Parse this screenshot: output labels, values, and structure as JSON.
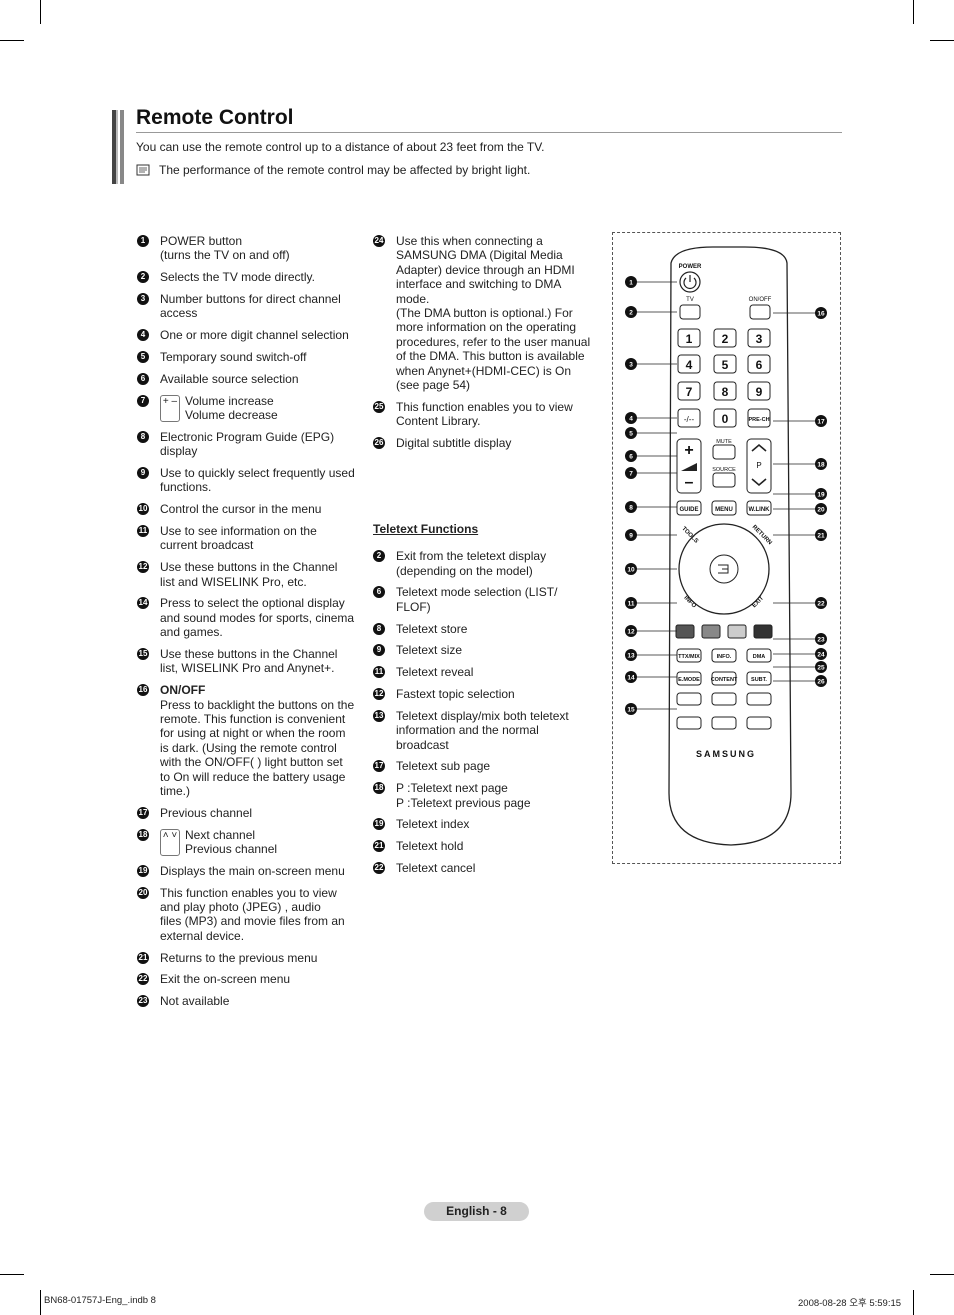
{
  "header": {
    "title": "Remote Control",
    "intro": "You can use the remote control up to a distance of about 23 feet from the TV.",
    "note": "The performance of the remote control may be affected by bright light."
  },
  "left_items": [
    {
      "num": "1",
      "lines": [
        "POWER button",
        "(turns the TV on and off)"
      ]
    },
    {
      "num": "2",
      "lines": [
        "Selects the TV mode directly."
      ]
    },
    {
      "num": "3",
      "lines": [
        "Number buttons for direct channel",
        "access"
      ]
    },
    {
      "num": "4",
      "lines": [
        "One or more digit channel selection"
      ]
    },
    {
      "num": "5",
      "lines": [
        "Temporary sound switch-off"
      ]
    },
    {
      "num": "6",
      "lines": [
        "Available source selection"
      ]
    },
    {
      "num": "7",
      "lines": [
        "Volume increase",
        "Volume decrease"
      ]
    },
    {
      "num": "8",
      "lines": [
        "Electronic Program Guide (EPG)",
        "display"
      ]
    },
    {
      "num": "9",
      "lines": [
        "Use to quickly select frequently used",
        "functions."
      ]
    },
    {
      "num": "10",
      "lines": [
        "Control the cursor in the menu"
      ]
    },
    {
      "num": "11",
      "lines": [
        "Use to see information on the",
        "current broadcast"
      ]
    },
    {
      "num": "12",
      "lines": [
        "Use these buttons in the Channel",
        "list and WISELINK Pro, etc."
      ]
    },
    {
      "num": "14",
      "lines": [
        "Press to select the optional display",
        "and sound modes for sports, cinema",
        "and games."
      ]
    },
    {
      "num": "15",
      "lines": [
        "Use these buttons in the Channel",
        "list, WISELINK Pro and Anynet+."
      ]
    },
    {
      "num": "16",
      "lines": [
        "ON/OFF",
        "Press to backlight the buttons on the",
        "remote. This function is convenient",
        "for using at night or when the room",
        "is dark. (Using the remote control",
        "with the ON/OFF(  ) light button set",
        "to On will reduce the battery usage",
        "time.)"
      ]
    },
    {
      "num": "17",
      "lines": [
        "Previous channel"
      ]
    },
    {
      "num": "18",
      "lines": [
        "Next channel",
        "Previous channel"
      ]
    },
    {
      "num": "19",
      "lines": [
        "Displays the main on-screen menu"
      ]
    },
    {
      "num": "20",
      "lines": [
        "This function enables you to view",
        "and play photo (JPEG) , audio",
        "files (MP3) and movie files from an",
        "external device."
      ]
    },
    {
      "num": "21",
      "lines": [
        "Returns to the previous menu"
      ]
    },
    {
      "num": "22",
      "lines": [
        "Exit the on-screen menu"
      ]
    },
    {
      "num": "23",
      "lines": [
        "Not available"
      ]
    }
  ],
  "mid_items": [
    {
      "num": "24",
      "lines": [
        "Use this when connecting a",
        "SAMSUNG DMA (Digital Media",
        "Adapter) device through an HDMI",
        "interface and switching to DMA",
        "mode.",
        "(The DMA button is optional.) For",
        "more information on the operating",
        "procedures, refer to the user manual",
        "of the DMA. This button is available",
        "when Anynet+(HDMI-CEC) is On",
        "(see page 54)"
      ]
    },
    {
      "num": "25",
      "lines": [
        "This function enables you to view",
        "Content Library."
      ]
    },
    {
      "num": "26",
      "lines": [
        "Digital subtitle display"
      ]
    }
  ],
  "teletext": {
    "heading": "Teletext Functions",
    "items": [
      {
        "num": "2",
        "lines": [
          "Exit from the teletext display",
          "(depending on the model)"
        ]
      },
      {
        "num": "6",
        "lines": [
          "Teletext mode selection (LIST/",
          "FLOF)"
        ]
      },
      {
        "num": "8",
        "lines": [
          "Teletext store"
        ]
      },
      {
        "num": "9",
        "lines": [
          "Teletext size"
        ]
      },
      {
        "num": "11",
        "lines": [
          "Teletext reveal"
        ]
      },
      {
        "num": "12",
        "lines": [
          "Fastext topic selection"
        ]
      },
      {
        "num": "13",
        "lines": [
          "Teletext display/mix both teletext",
          "information and the normal",
          "broadcast"
        ]
      },
      {
        "num": "17",
        "lines": [
          "Teletext sub page"
        ]
      },
      {
        "num": "18",
        "lines": [
          "P     :Teletext next page",
          "P     :Teletext previous page"
        ]
      },
      {
        "num": "19",
        "lines": [
          "Teletext index"
        ]
      },
      {
        "num": "21",
        "lines": [
          "Teletext hold"
        ]
      },
      {
        "num": "22",
        "lines": [
          "Teletext cancel"
        ]
      }
    ]
  },
  "remote": {
    "brand": "SAMSUNG",
    "labels": {
      "power": "POWER",
      "tv": "TV",
      "onoff": "ON/OFF",
      "mute": "MUTE",
      "source": "SOURCE",
      "p": "P",
      "prech": "PRE-CH",
      "guide": "GUIDE",
      "menu": "MENU",
      "wlink": "W.LINK",
      "tools": "TOOLS",
      "return": "RETURN",
      "info": "INFO",
      "exit": "EXIT",
      "ttx": "TTX/MIX",
      "info2": "INFO.",
      "dma": "DMA",
      "emode": "E.MODE",
      "content": "CONTENT",
      "subt": "SUBT.",
      "dash": "-/--"
    },
    "digits": [
      "1",
      "2",
      "3",
      "4",
      "5",
      "6",
      "7",
      "8",
      "9",
      "0"
    ],
    "callouts_left": [
      "1",
      "2",
      "3",
      "4",
      "5",
      "6",
      "7",
      "8",
      "9",
      "10",
      "11",
      "12",
      "13",
      "14",
      "15"
    ],
    "callouts_right": [
      "16",
      "17",
      "18",
      "19",
      "20",
      "21",
      "22",
      "23",
      "24",
      "25",
      "26"
    ]
  },
  "footer": {
    "page": "English - 8",
    "file": "BN68-01757J-Eng_.indb   8",
    "timestamp": "2008-08-28   오후 5:59:15"
  }
}
